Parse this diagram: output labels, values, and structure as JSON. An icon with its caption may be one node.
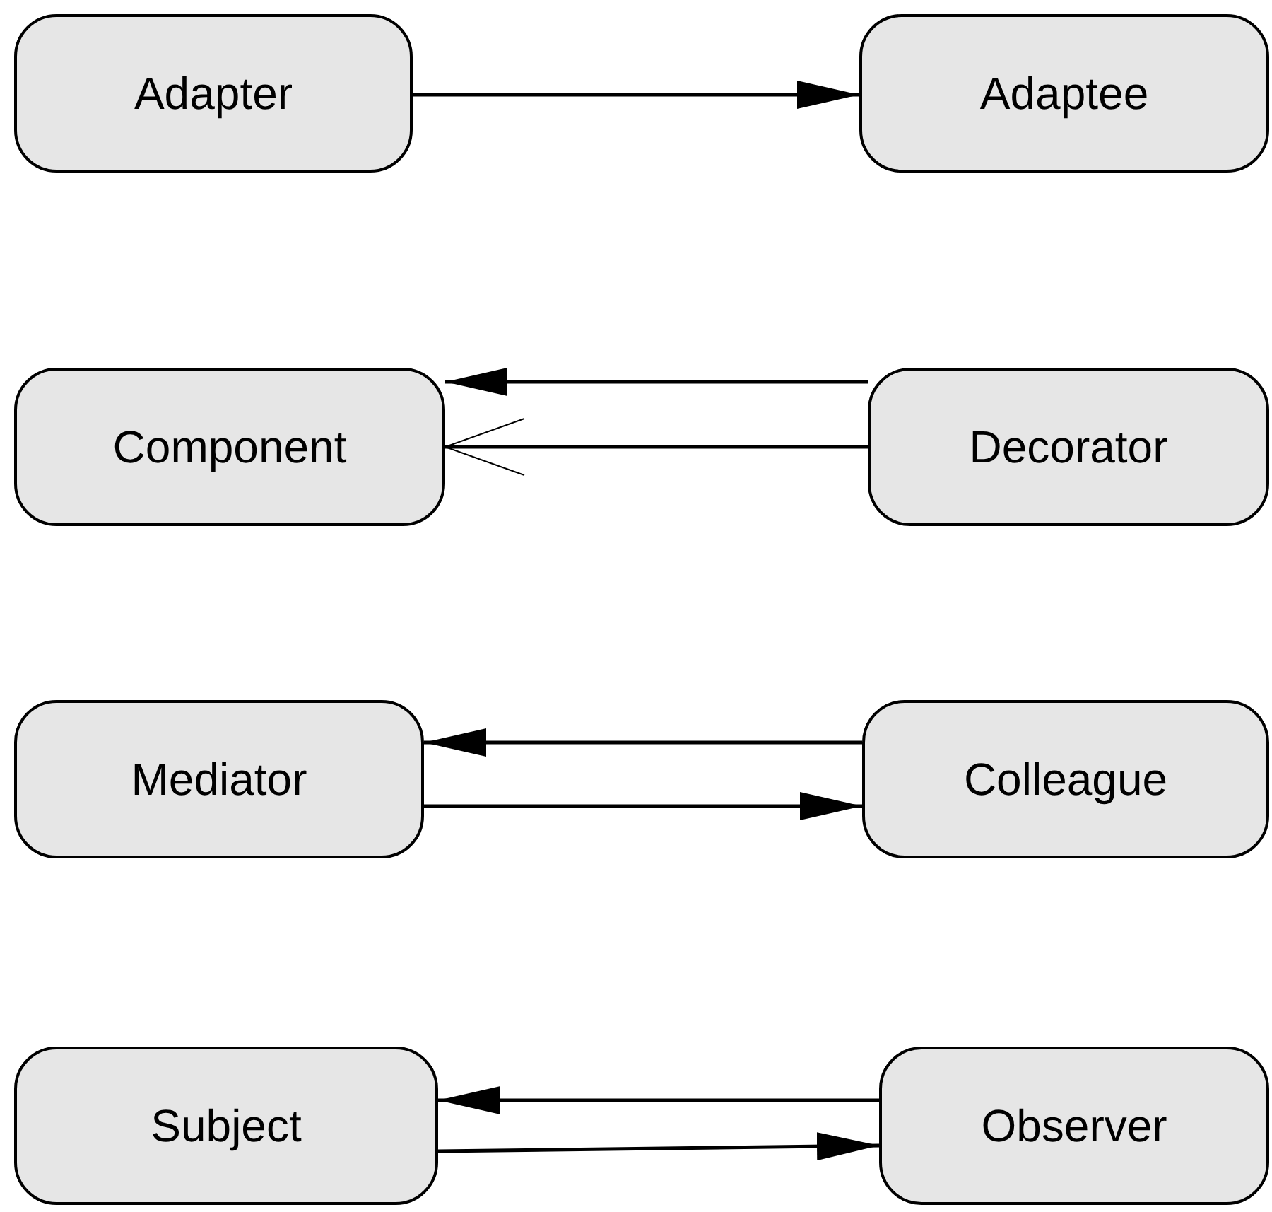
{
  "diagram": {
    "nodes": [
      {
        "text": [
          "Adapter"
        ]
      },
      {
        "text": [
          "Adaptee"
        ]
      },
      {
        "text": [
          "Component"
        ]
      },
      {
        "text": [
          "Decorator"
        ]
      },
      {
        "text": [
          "Mediator"
        ]
      },
      {
        "text": [
          "Colleague"
        ]
      },
      {
        "text": [
          "Subject"
        ]
      },
      {
        "text": [
          "Observer"
        ]
      }
    ],
    "edges": [
      {
        "from": 0,
        "to": 1,
        "arrow": "to"
      },
      {
        "from": 3,
        "to": 2,
        "arrow": "to"
      },
      {
        "from": 3,
        "to": 2,
        "arrow": "to"
      },
      {
        "from": 5,
        "to": 4,
        "arrow": "to"
      },
      {
        "from": 4,
        "to": 5,
        "arrow": "to"
      },
      {
        "from": 7,
        "to": 6,
        "arrow": "to"
      },
      {
        "from": 6,
        "to": 7,
        "arrow": "to"
      }
    ]
  }
}
